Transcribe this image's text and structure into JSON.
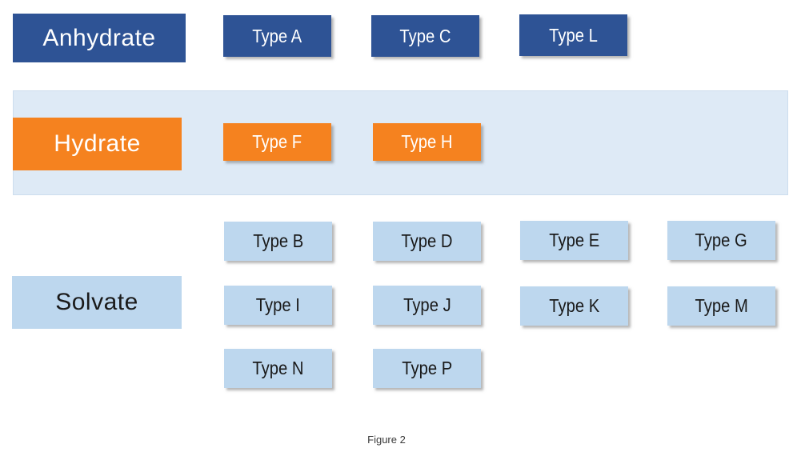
{
  "caption": "Figure 2",
  "colors": {
    "dark_blue": "#2E5395",
    "orange": "#F5821F",
    "band_blue": "#DEEAF6",
    "light_blue": "#BDD7EE",
    "type_text_dark": "#1A1A1A",
    "caption_gray": "#3B3B3B"
  },
  "sections": {
    "anhydrate": {
      "label": "Anhydrate",
      "types": {
        "a": "Type A",
        "c": "Type C",
        "l": "Type L"
      }
    },
    "hydrate": {
      "label": "Hydrate",
      "types": {
        "f": "Type F",
        "h": "Type H"
      }
    },
    "solvate": {
      "label": "Solvate",
      "types": {
        "b": "Type B",
        "d": "Type D",
        "e": "Type E",
        "g": "Type G",
        "i": "Type I",
        "j": "Type J",
        "k": "Type K",
        "m": "Type M",
        "n": "Type N",
        "p": "Type P"
      }
    }
  }
}
